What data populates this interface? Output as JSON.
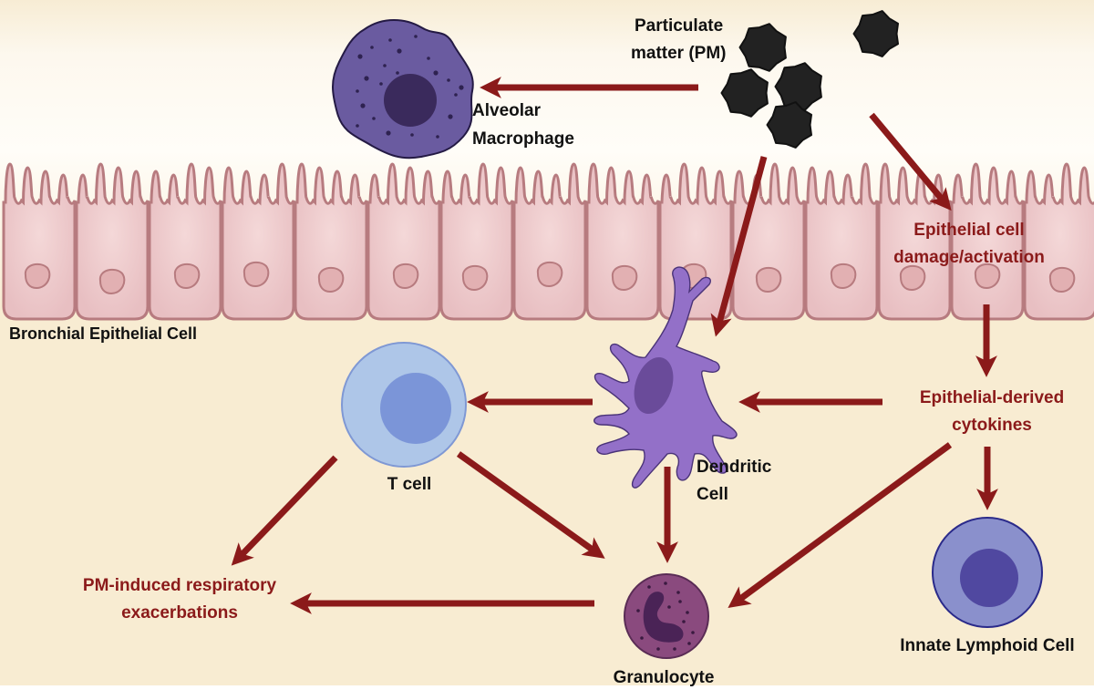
{
  "labels": {
    "pm_line1": "Particulate",
    "pm_line2": "matter (PM)",
    "macrophage_line1": "Alveolar",
    "macrophage_line2": "Macrophage",
    "bronchial": "Bronchial Epithelial Cell",
    "epi_damage_line1": "Epithelial cell",
    "epi_damage_line2": "damage/activation",
    "cytokines_line1": "Epithelial-derived",
    "cytokines_line2": "cytokines",
    "dendritic_line1": "Dendritic",
    "dendritic_line2": "Cell",
    "tcell": "T cell",
    "granulocyte": "Granulocyte",
    "ilc": "Innate Lymphoid Cell",
    "exac_line1": "PM-induced respiratory",
    "exac_line2": "exacerbations"
  },
  "colors": {
    "arrow": "#8b1a1a",
    "background_top": "#fffdf7",
    "background": "#f8ecd2",
    "epithelium_fill": "#ecc5c7",
    "epithelium_stroke": "#b77b7f",
    "macrophage": "#6a5ba0",
    "macrophage_nucleus": "#3a2a5c",
    "dendritic": "#9370c8",
    "dendritic_nucleus": "#6a4b9a",
    "tcell_outer": "#aec6e8",
    "tcell_inner": "#7b95d8",
    "ilc_outer": "#8a90cc",
    "ilc_inner": "#5048a0",
    "granulocyte": "#8a4a7e",
    "granulocyte_nucleus": "#4a2356",
    "pm": "#222222"
  },
  "arrows": [
    {
      "from": "particulate-matter",
      "to": "alveolar-macrophage"
    },
    {
      "from": "particulate-matter",
      "to": "dendritic-cell"
    },
    {
      "from": "particulate-matter",
      "to": "epithelial-damage"
    },
    {
      "from": "epithelial-damage",
      "to": "epithelial-cytokines"
    },
    {
      "from": "epithelial-cytokines",
      "to": "dendritic-cell"
    },
    {
      "from": "epithelial-cytokines",
      "to": "innate-lymphoid-cell"
    },
    {
      "from": "epithelial-cytokines",
      "to": "granulocyte"
    },
    {
      "from": "dendritic-cell",
      "to": "t-cell"
    },
    {
      "from": "dendritic-cell",
      "to": "granulocyte"
    },
    {
      "from": "t-cell",
      "to": "granulocyte"
    },
    {
      "from": "t-cell",
      "to": "pm-exacerbations"
    },
    {
      "from": "granulocyte",
      "to": "pm-exacerbations"
    }
  ]
}
